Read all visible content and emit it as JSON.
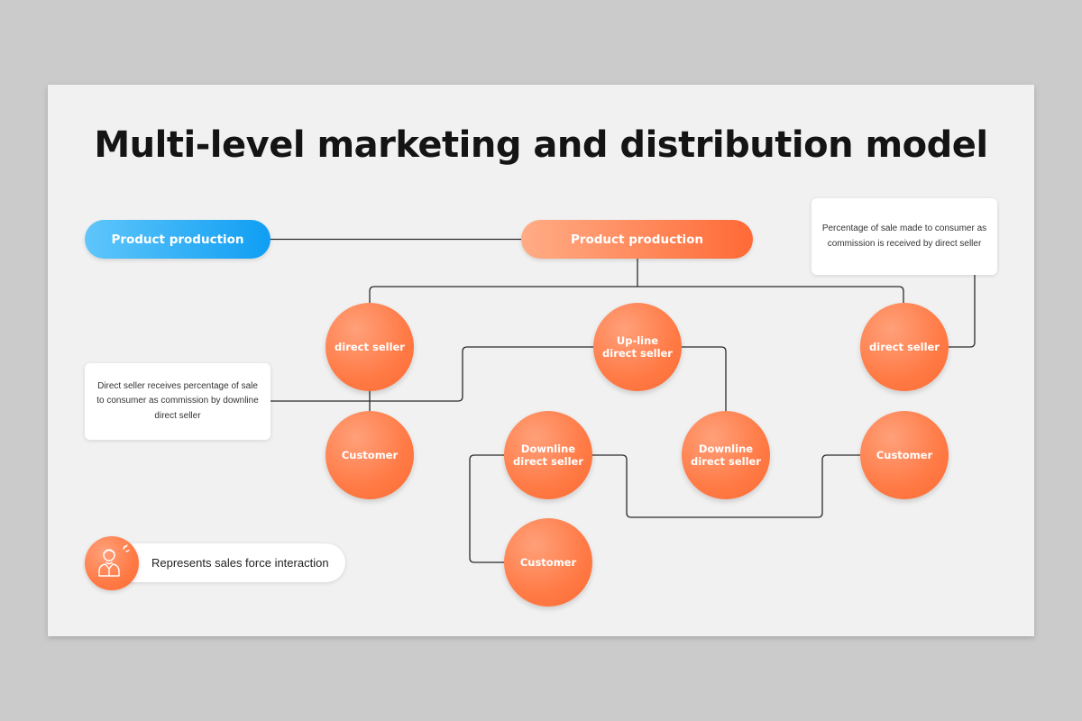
{
  "title": "Multi-level marketing and distribution model",
  "pills": {
    "left": "Product production",
    "right": "Product production"
  },
  "nodes": {
    "direct_seller_left": "direct seller",
    "upline": "Up-line\ndirect seller",
    "direct_seller_right": "direct seller",
    "customer_left": "Customer",
    "downline_1": "Downline\ndirect seller",
    "downline_2": "Downline\ndirect seller",
    "customer_right": "Customer",
    "customer_bottom": "Customer"
  },
  "notes": {
    "right": "Percentage of sale made to consumer as commission is received by direct seller",
    "left": "Direct seller receives percentage of sale to consumer as commission by downline direct seller"
  },
  "legend": {
    "label": "Represents sales force interaction",
    "icon": "salesperson-icon"
  },
  "colors": {
    "accent_orange": "#ff7a45",
    "accent_blue": "#0f9ef3",
    "connector": "#2b2b2b"
  }
}
